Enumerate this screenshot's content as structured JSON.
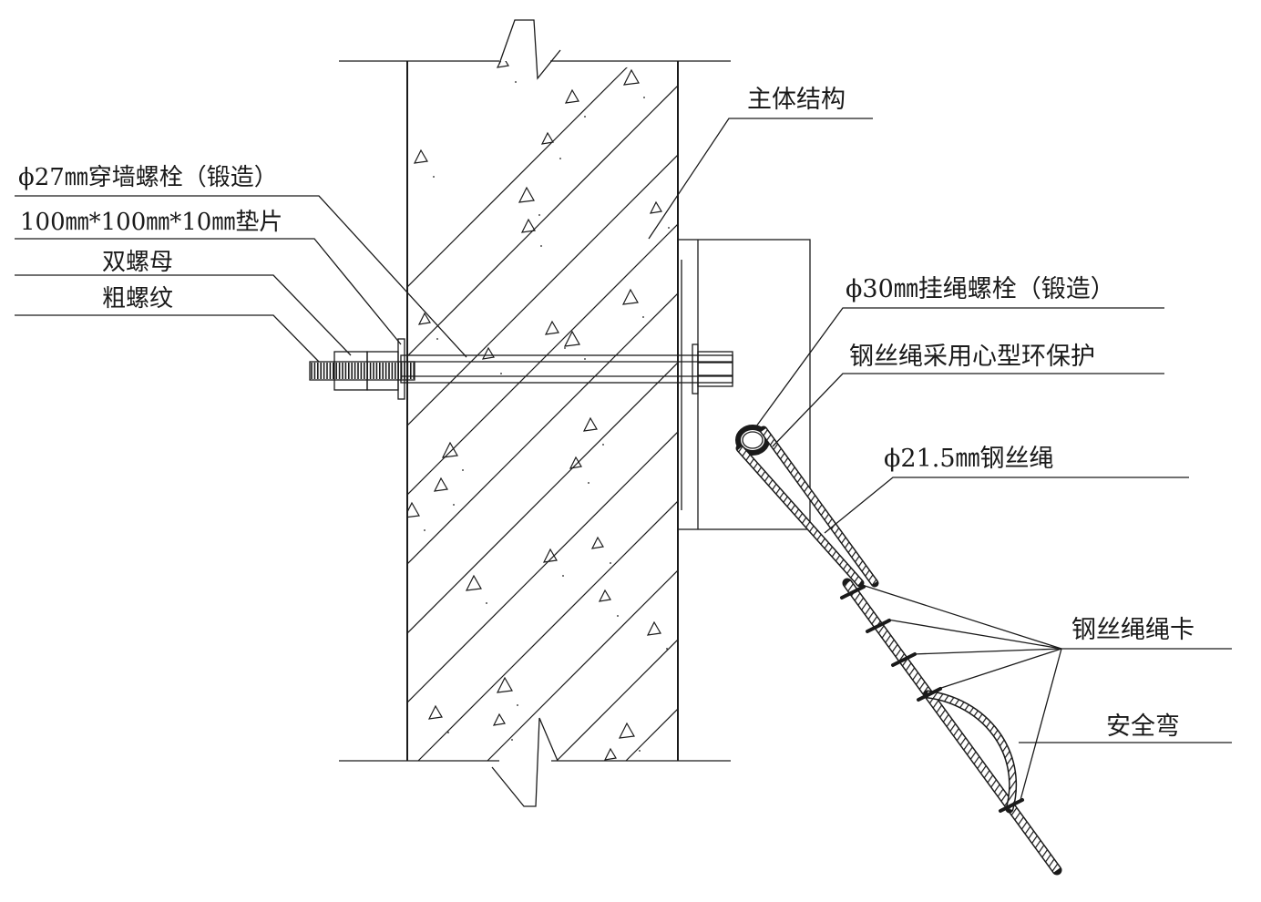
{
  "labels": {
    "main_structure": "主体结构",
    "wall_bolt": "ϕ27㎜穿墙螺栓（锻造）",
    "washer": "100㎜*100㎜*10㎜垫片",
    "double_nut": "双螺母",
    "coarse_thread": "粗螺纹",
    "hanging_bolt": "ϕ30㎜挂绳螺栓（锻造）",
    "thimble_protection": "钢丝绳采用心型环保护",
    "wire_rope": "ϕ21.5㎜钢丝绳",
    "rope_clip": "钢丝绳绳卡",
    "safety_bend": "安全弯"
  },
  "colors": {
    "line": "#1a1a1a",
    "background": "#ffffff"
  }
}
